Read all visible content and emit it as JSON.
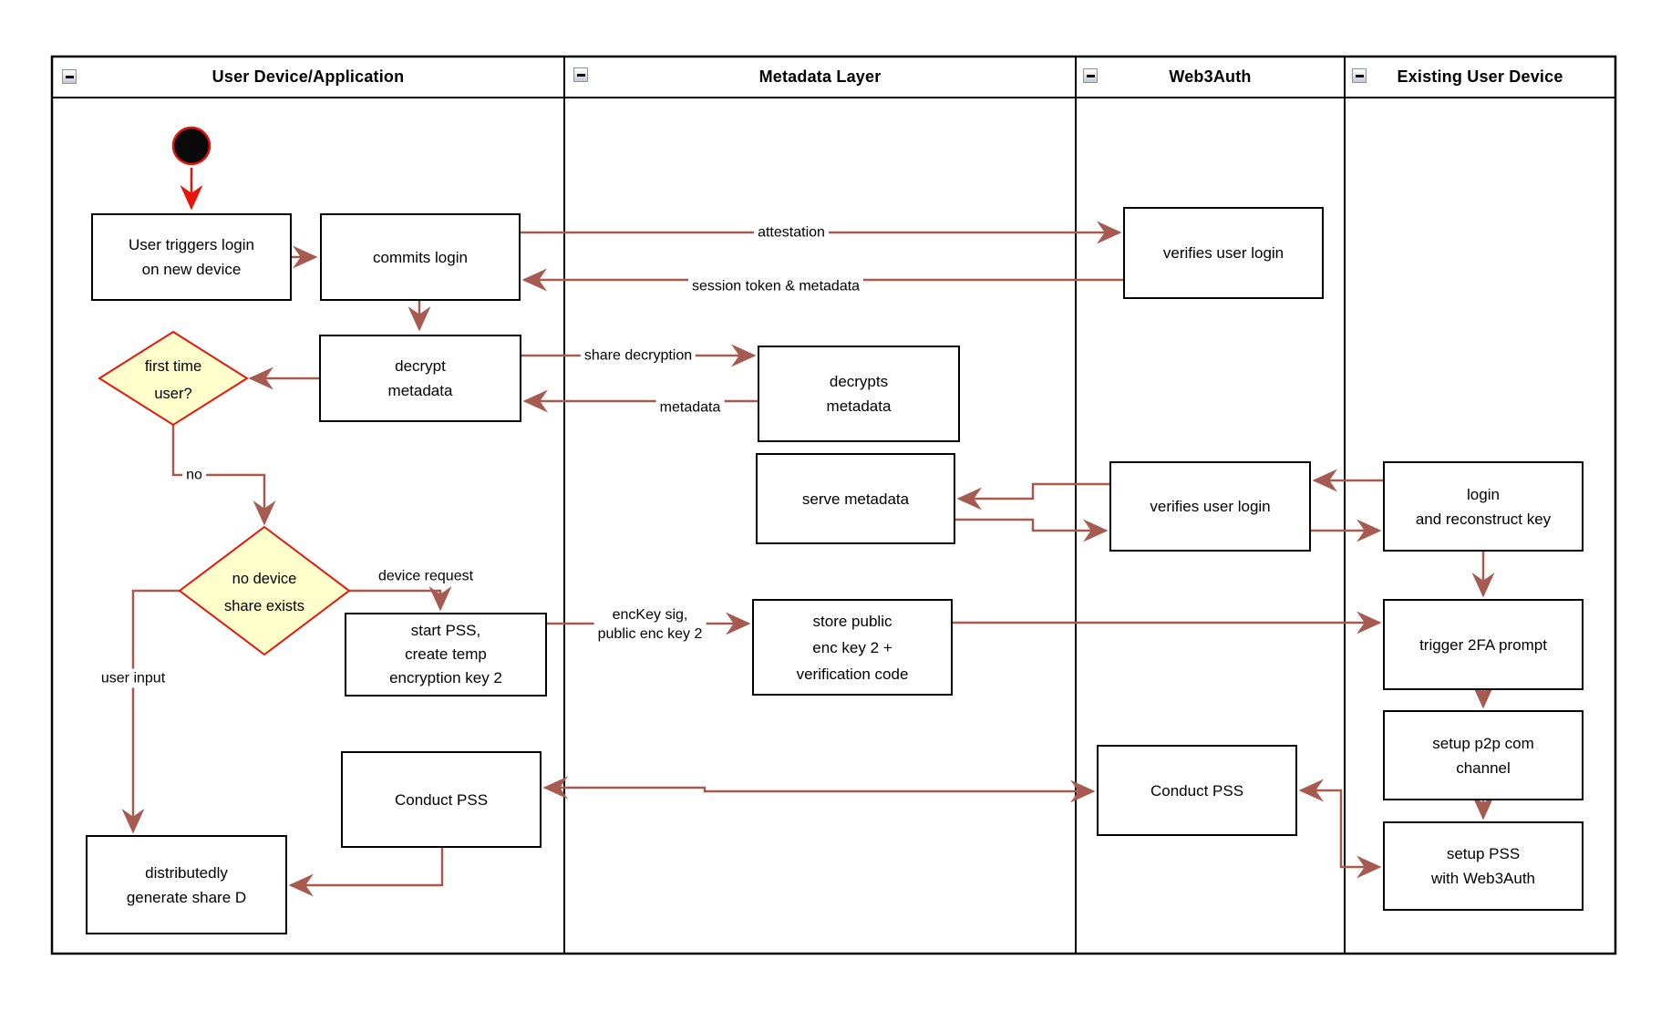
{
  "lanes": [
    {
      "label": "User Device/Application"
    },
    {
      "label": "Metadata Layer"
    },
    {
      "label": "Web3Auth"
    },
    {
      "label": "Existing User Device"
    }
  ],
  "nodes": {
    "user_triggers": "User triggers login\non new device",
    "commits_login": "commits login",
    "decrypt_metadata": "decrypt\nmetadata",
    "first_time_user": "first time\nuser?",
    "no_device_share": "no device\nshare exists",
    "start_pss": "start PSS,\ncreate temp\nencryption key 2",
    "conduct_pss_device": "Conduct PSS",
    "distributedly_generate": "distributedly\ngenerate share D",
    "decrypts_metadata": "decrypts\nmetadata",
    "serve_metadata": "serve metadata",
    "store_public": "store public\nenc key 2 +\nverification code",
    "verifies_user_login_top": "verifies user login",
    "verifies_user_login_mid": "verifies user login",
    "conduct_pss_web3auth": "Conduct PSS",
    "login_reconstruct": "login\nand reconstruct key",
    "trigger_2fa": "trigger 2FA prompt",
    "setup_p2p": "setup p2p com\nchannel",
    "setup_pss": "setup PSS\nwith Web3Auth"
  },
  "edge_labels": {
    "attestation": "attestation",
    "session_token": "session token & metadata",
    "share_decryption": "share decryption",
    "metadata": "metadata",
    "no": "no",
    "device_request": "device request",
    "user_input": "user input",
    "enckey_sig": "encKey sig,\npublic enc key 2"
  },
  "colors": {
    "connector": "#A65A50",
    "start_accent": "#E8150C",
    "decision_border": "#E8150C",
    "decision_fill": "#FFFFCC",
    "node_border": "#000000",
    "node_fill": "#FFFFFF"
  }
}
